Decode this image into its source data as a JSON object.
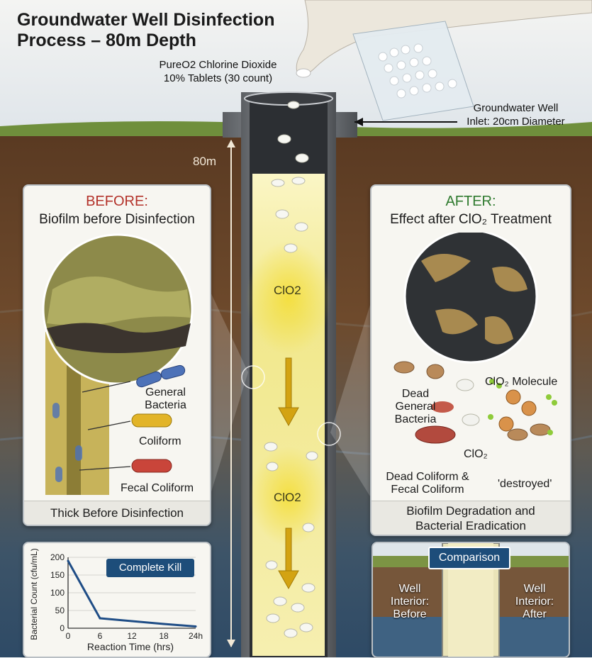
{
  "title": [
    "Groundwater Well Disinfection",
    "Process – 80m Depth"
  ],
  "tablets": {
    "label": [
      "PureO2 Chlorine Dioxide",
      "10% Tablets (30 count)"
    ]
  },
  "inlet": {
    "label": [
      "Groundwater Well",
      "Inlet: 20cm Diameter"
    ]
  },
  "depth": "80m",
  "well_labels": [
    "ClO2",
    "ClO2"
  ],
  "before": {
    "heading": "BEFORE:",
    "subheading": "Biofilm before Disinfection",
    "bacteria": [
      {
        "label": [
          "General",
          "Bacteria"
        ]
      },
      {
        "label": [
          "Coliform"
        ]
      },
      {
        "label": [
          "Fecal Coliform"
        ]
      }
    ],
    "caption": "Thick Before Disinfection"
  },
  "after": {
    "heading": "AFTER:",
    "subheading": "Effect after ClO₂ Treatment",
    "labels": {
      "molecule": "ClO₂ Molecule",
      "dead_general": [
        "Dead",
        "General",
        "Bacteria"
      ],
      "clo2": "ClO₂",
      "dead_coliform": [
        "Dead Coliform &",
        "Fecal Coliform"
      ],
      "destroyed": "'destroyed'"
    },
    "caption": [
      "Biofilm Degradation and",
      "Bacterial Eradication"
    ]
  },
  "colors": {
    "before_heading": "#b3322a",
    "after_heading": "#2f7a2f",
    "badge": "#1d4d7a",
    "curve": "#1f4d86"
  },
  "chart_data": {
    "type": "line",
    "badge": "Complete Kill",
    "xlabel": "Reaction Time (hrs)",
    "ylabel": "Bacterial Count (cfu/mL)",
    "x_ticks": [
      "0",
      "6",
      "12",
      "18",
      "24h"
    ],
    "y_ticks": [
      "0",
      "50",
      "100",
      "150",
      "200"
    ],
    "xlim": [
      0,
      24
    ],
    "ylim": [
      0,
      200
    ],
    "grid": true,
    "series": [
      {
        "x": [
          0,
          6,
          12,
          18,
          24
        ],
        "y": [
          190,
          28,
          20,
          12,
          5
        ]
      }
    ]
  },
  "comparison": {
    "badge": "Comparison",
    "left": [
      "Well",
      "Interior:",
      "Before"
    ],
    "right": [
      "Well",
      "Interior:",
      "After"
    ]
  }
}
